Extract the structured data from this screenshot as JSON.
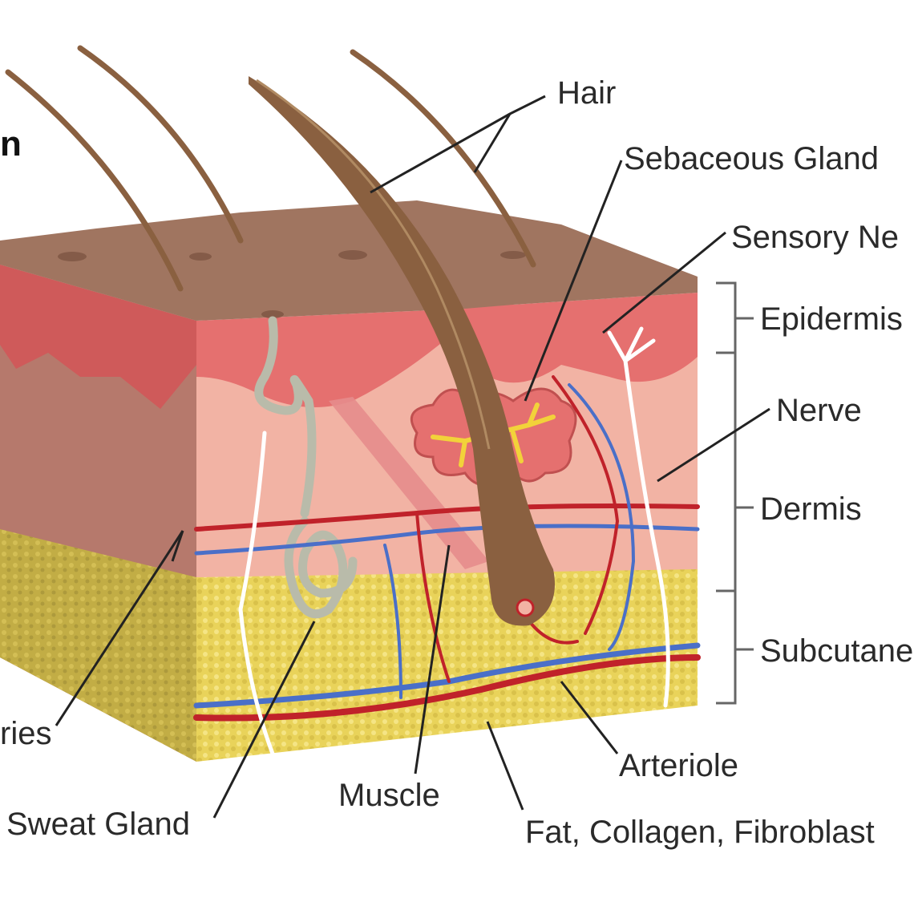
{
  "title_fragment": "n",
  "labels": {
    "hair": "Hair",
    "sebaceous_gland": "Sebaceous Gland",
    "sensory_nerve": "Sensory Ne",
    "epidermis": "Epidermis",
    "nerve": "Nerve",
    "dermis": "Dermis",
    "subcutaneous": "Subcutane",
    "arteriole": "Arteriole",
    "fat": "Fat, Collagen, Fibroblast",
    "muscle": "Muscle",
    "sweat_gland": "Sweat Gland",
    "capillaries": "ries"
  },
  "colors": {
    "surface": "#a07560",
    "epidermis": "#e5706f",
    "dermis": "#f2b3a4",
    "dermis_side": "#b6796c",
    "fat": "#e9d35a",
    "fat_side": "#c9b54a",
    "hair": "#8a6040",
    "artery": "#c0222a",
    "vein": "#4a6fc8",
    "nerve": "#ffffff",
    "gland": "#b9bbaa"
  }
}
